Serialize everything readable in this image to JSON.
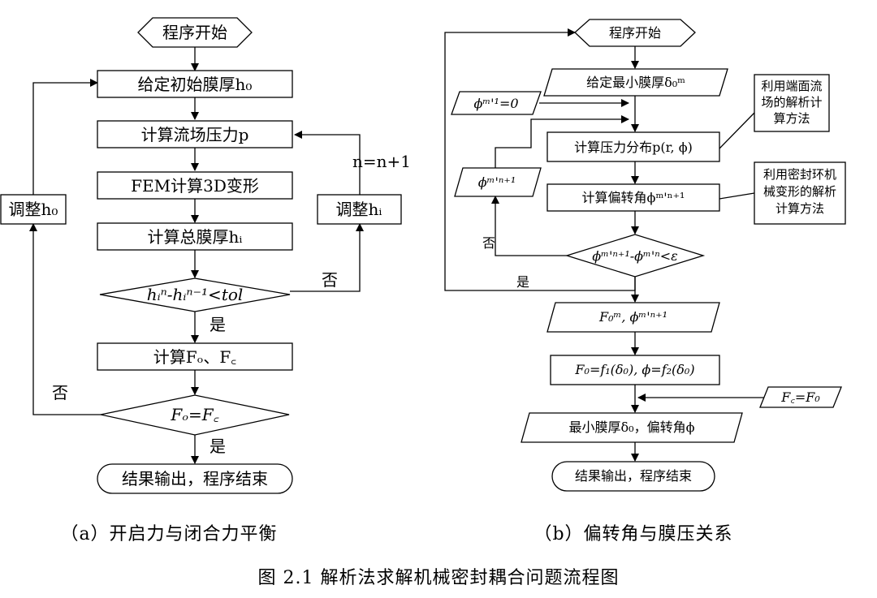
{
  "diagram_a": {
    "start": "程序开始",
    "set_initial": "给定初始膜厚h₀",
    "calc_pressure": "计算流场压力p",
    "fem": "FEM计算3D变形",
    "calc_total": "计算总膜厚hᵢ",
    "check": "hᵢⁿ-hᵢⁿ⁻¹<tol",
    "calc_forces": "计算Fₒ、F꜀",
    "balance": "Fₒ=F꜀",
    "end": "结果输出，程序结束",
    "adjust_h0": "调整h₀",
    "adjust_hi": "调整hᵢ",
    "iter": "n=n+1",
    "yes1": "是",
    "no1": "否",
    "yes2": "是",
    "no2": "否",
    "caption": "（a）开启力与闭合力平衡"
  },
  "diagram_b": {
    "start": "程序开始",
    "set_min": "给定最小膜厚δ₀ᵐ",
    "phi_init": "ϕᵐ'¹=0",
    "phi_next": "ϕᵐ'ⁿ⁺¹",
    "calc_pressure": "计算压力分布p(r, ϕ)",
    "calc_tilt": "计算偏转角ϕᵐ'ⁿ⁺¹",
    "check": "ϕᵐ'ⁿ⁺¹-ϕᵐ'ⁿ<ε",
    "no": "否",
    "yes": "是",
    "result": "F₀ᵐ, ϕᵐ'ⁿ⁺¹",
    "fit": "F₀=f₁(δ₀), ϕ=f₂(δ₀)",
    "fc": "F꜀=F₀",
    "min_film": "最小膜厚δ₀，偏转角ϕ",
    "end": "结果输出，程序结束",
    "note1": [
      "利用端面流",
      "场的解析计",
      "算方法"
    ],
    "note2": [
      "利用密封环机",
      "械变形的解析",
      "计算方法"
    ],
    "caption": "（b）偏转角与膜压关系"
  },
  "figure_caption": "图 2.1 解析法求解机械密封耦合问题流程图"
}
